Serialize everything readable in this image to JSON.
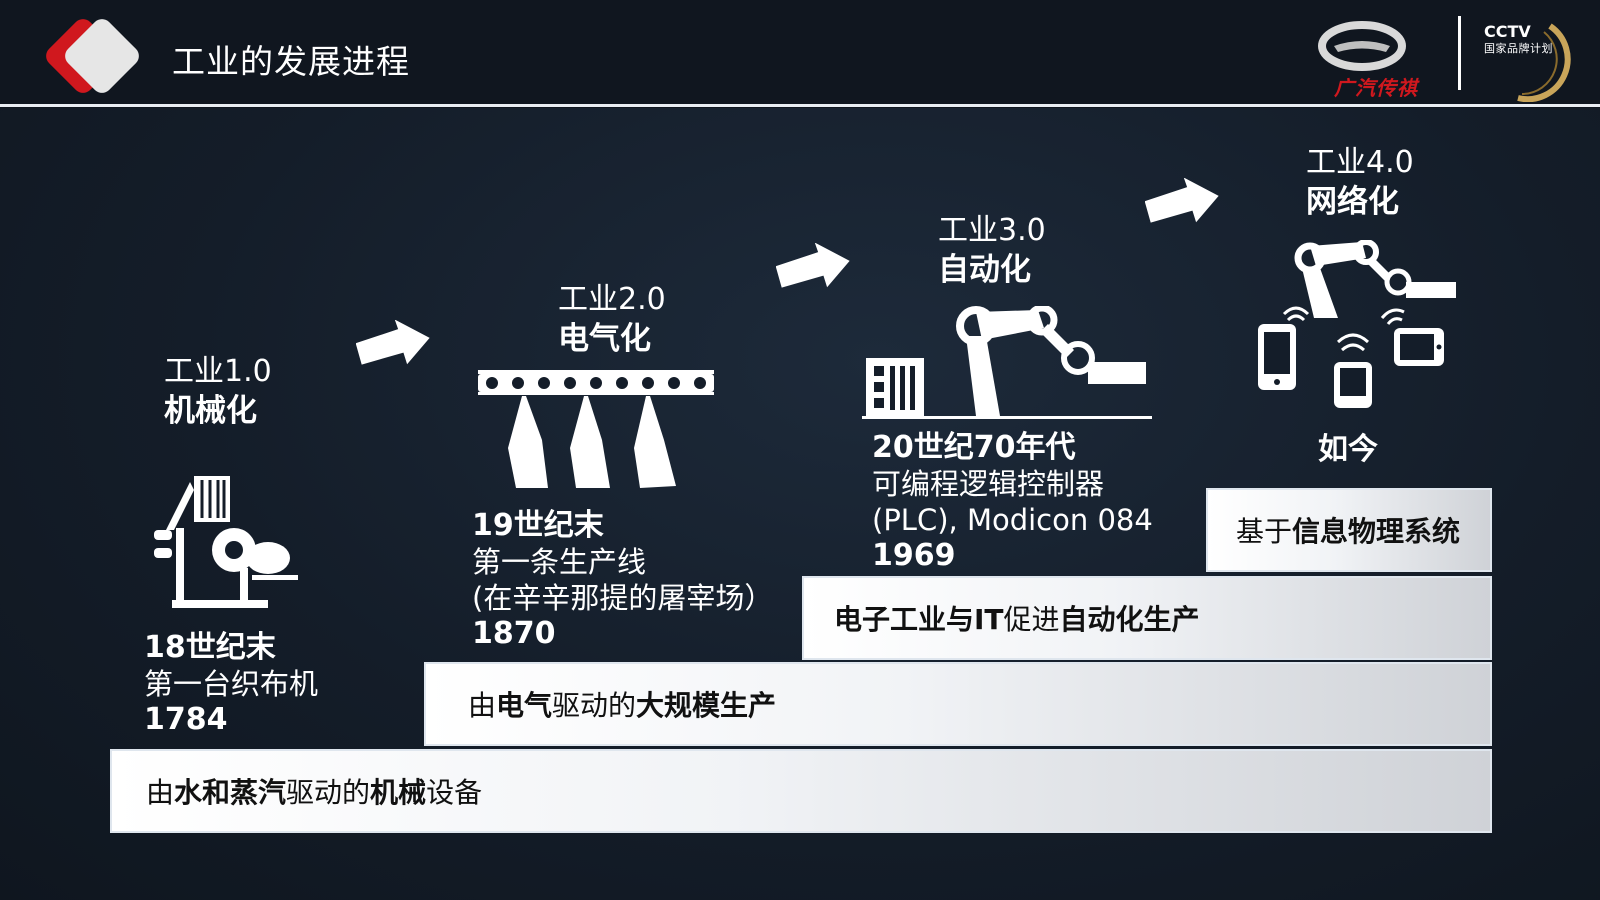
{
  "header": {
    "title": "工业的发展进程",
    "gac_brand": "广汽传祺",
    "cctv_brand": "CCTV",
    "cctv_sub": "国家品牌计划"
  },
  "stages": [
    {
      "title": "工业1.0",
      "name": "机械化",
      "era": "18世纪末",
      "event": "第一台织布机",
      "year": "1784",
      "icon": "loom-icon"
    },
    {
      "title": "工业2.0",
      "name": "电气化",
      "era": "19世纪末",
      "event": "第一条生产线",
      "event2": "(在辛辛那提的屠宰场）",
      "year": "1870",
      "icon": "assembly-line-icon"
    },
    {
      "title": "工业3.0",
      "name": "自动化",
      "era": "20世纪70年代",
      "event": "可编程逻辑控制器",
      "event2": "(PLC), Modicon 084",
      "year": "1969",
      "icon": "robot-arm-icon"
    },
    {
      "title": "工业4.0",
      "name": "网络化",
      "era": "如今",
      "icon": "connected-devices-icon"
    }
  ],
  "bars": [
    {
      "parts": [
        "由",
        "水和蒸汽",
        "驱动的",
        "机械",
        "设备"
      ]
    },
    {
      "parts": [
        "由",
        "电气",
        "驱动的",
        "大规模生产",
        ""
      ]
    },
    {
      "parts": [
        "",
        "电子工业与IT",
        "促进",
        "自动化生产",
        ""
      ]
    },
    {
      "parts": [
        "基于",
        "信息物理系统",
        "",
        "",
        ""
      ]
    }
  ],
  "colors": {
    "background": "#141d29",
    "accent_red": "#d0181e",
    "bar_border": "#dfe6ee"
  }
}
